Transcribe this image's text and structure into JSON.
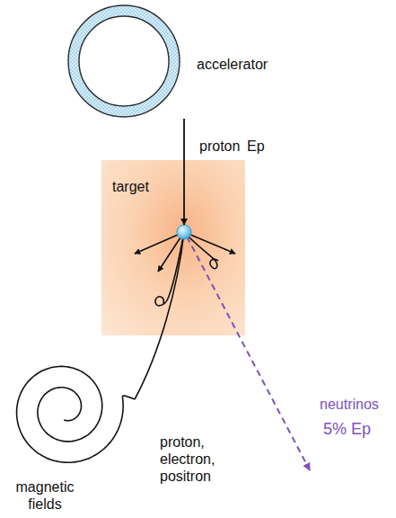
{
  "diagram": {
    "nodes": [
      {
        "text": [
          "accelerator"
        ]
      },
      {
        "text": [
          "target"
        ]
      }
    ],
    "edges": [
      {
        "from": 0,
        "to": 1,
        "arrow": "to",
        "label": "proton"
      }
    ],
    "labels": [
      "Ep",
      "neutrinos",
      "5% Ep",
      "proton, electron, positron",
      "magnetic fields"
    ]
  }
}
